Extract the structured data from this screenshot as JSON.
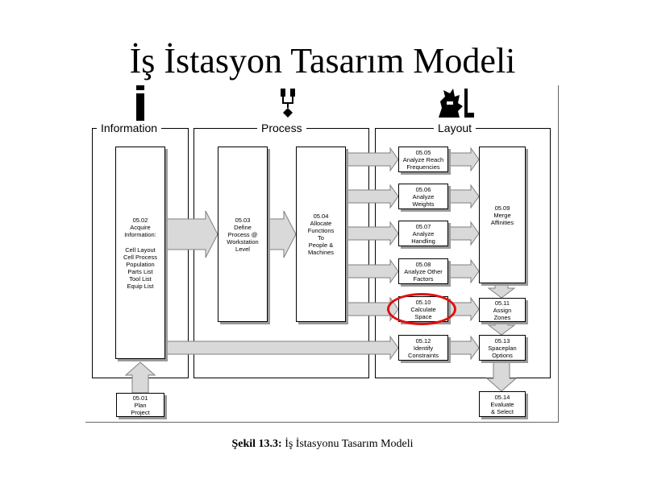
{
  "title": "İş İstasyon Tasarım Modeli",
  "sections": {
    "information": "Information",
    "process": "Process",
    "layout": "Layout"
  },
  "nodes": {
    "n0501": "05.01\nPlan\nProject",
    "n0502": "05.02\nAcquire\nInformation:",
    "n0502_detail": "Cell Layout\nCell Process\nPopulation\nParts List\nTool List\nEquip List",
    "n0503": "05.03\nDefine\nProcess @\nWorkstation\nLevel",
    "n0504": "05.04\nAllocate\nFunctions\nTo\nPeople &\nMachines",
    "n0505": "05.05\nAnalyze Reach\nFrequencies",
    "n0506": "05.06\nAnalyze\nWeights",
    "n0507": "05.07\nAnalyze\nHandling",
    "n0508": "05.08\nAnalyze Other\nFactors",
    "n0510": "05.10\nCalculate\nSpace",
    "n0512": "05.12\nIdentify\nConstraints",
    "n0509": "05.09\nMerge\nAffinities",
    "n0511": "05.11\nAssign\nZones",
    "n0513": "05.13\nSpaceplan\nOptions",
    "n0514": "05.14\nEvaluate\n& Select"
  },
  "caption": {
    "label": "Şekil 13.3:",
    "text": " İş İstasyonu Tasarım Modeli"
  },
  "highlight_color": "#e01010",
  "icons": [
    "info-icon",
    "process-flow-icon",
    "layout-icon"
  ]
}
